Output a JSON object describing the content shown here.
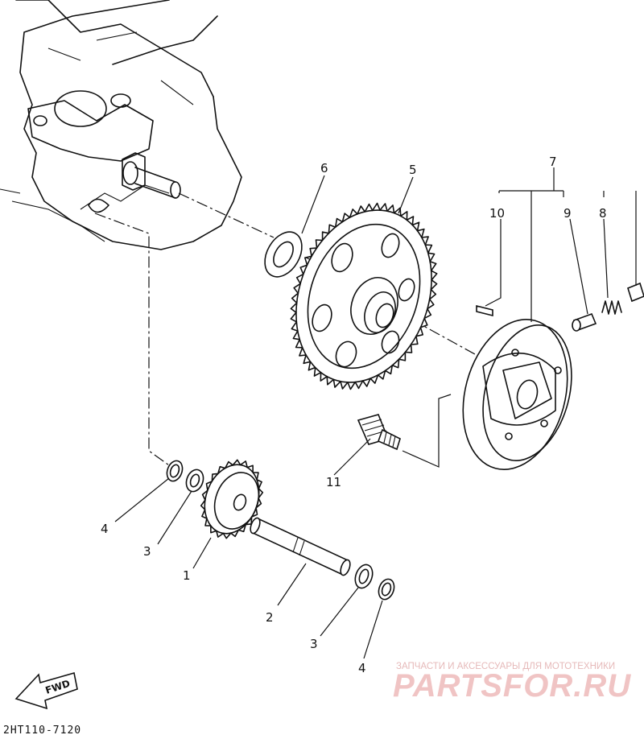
{
  "diagram": {
    "callouts": [
      "1",
      "2",
      "3",
      "3",
      "4",
      "4",
      "5",
      "6",
      "7",
      "8",
      "9",
      "10",
      "11"
    ],
    "fwd_label": "FWD",
    "code": "2HT110-7120"
  },
  "watermark": {
    "caption": "ЗАПЧАСТИ И АКСЕССУАРЫ ДЛЯ МОТОТЕХНИКИ",
    "logo": "PARTSFOR.RU"
  }
}
